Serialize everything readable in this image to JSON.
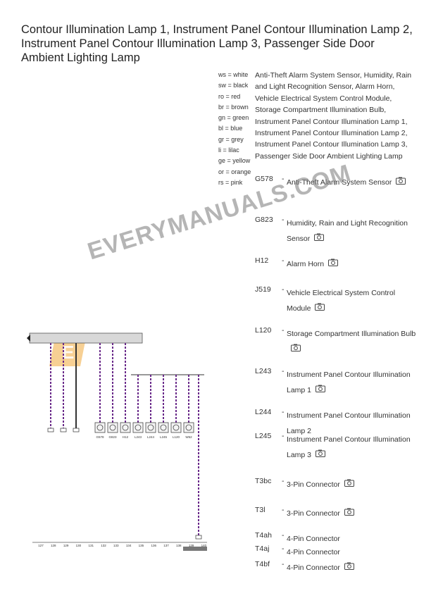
{
  "title": "Contour Illumination Lamp 1, Instrument Panel Contour Illumination Lamp 2, Instrument Panel Contour Illumination Lamp 3, Passenger Side Door Ambient Lighting Lamp",
  "color_codes": [
    "ws = white",
    "sw = black",
    "ro = red",
    "br = brown",
    "gn = green",
    "bl = blue",
    "gr = grey",
    "li = lilac",
    "ge = yellow",
    "or = orange",
    "rs = pink"
  ],
  "description": "Anti-Theft Alarm System Sensor, Humidity, Rain and Light Recognition Sensor, Alarm Horn, Vehicle Electrical System Control Module, Storage Compartment Illumination Bulb, Instrument Panel Contour Illumination Lamp 1, Instrument Panel Contour Illumination Lamp 2, Instrument Panel Contour Illumination Lamp 3, Passenger Side Door Ambient Lighting Lamp",
  "components": [
    {
      "code": "G578",
      "text": "Anti-Theft Alarm System Sensor"
    },
    {
      "code": "G823",
      "text": "Humidity, Rain and Light Recognition Sensor"
    },
    {
      "code": "H12",
      "text": "Alarm Horn"
    },
    {
      "code": "J519",
      "text": "Vehicle Electrical System Control Module"
    },
    {
      "code": "L120",
      "text": "Storage Compartment Illumination Bulb"
    },
    {
      "code": "L243",
      "text": "Instrument Panel Contour Illumination Lamp 1"
    },
    {
      "code": "L244",
      "text": "Instrument Panel Contour Illumination Lamp 2"
    },
    {
      "code": "L245",
      "text": "Instrument Panel Contour Illumination Lamp 3"
    },
    {
      "code": "T3bc",
      "text": "3-Pin Connector"
    },
    {
      "code": "T3l",
      "text": "3-Pin Connector"
    },
    {
      "code": "T4ah",
      "text": "4-Pin Connector"
    },
    {
      "code": "T4aj",
      "text": "4-Pin Connector"
    },
    {
      "code": "T4bf",
      "text": "4-Pin Connector"
    }
  ],
  "watermark": "EVERYMANUALS.COM",
  "diagram": {
    "ruler_numbers": [
      "127",
      "128",
      "129",
      "130",
      "131",
      "132",
      "133",
      "134",
      "135",
      "136",
      "137",
      "138",
      "139",
      "140"
    ],
    "component_labels": [
      "G578",
      "G823",
      "H12",
      "L243",
      "L244",
      "L245",
      "L120",
      "W62"
    ]
  },
  "icons": {
    "camera": "camera-icon"
  }
}
